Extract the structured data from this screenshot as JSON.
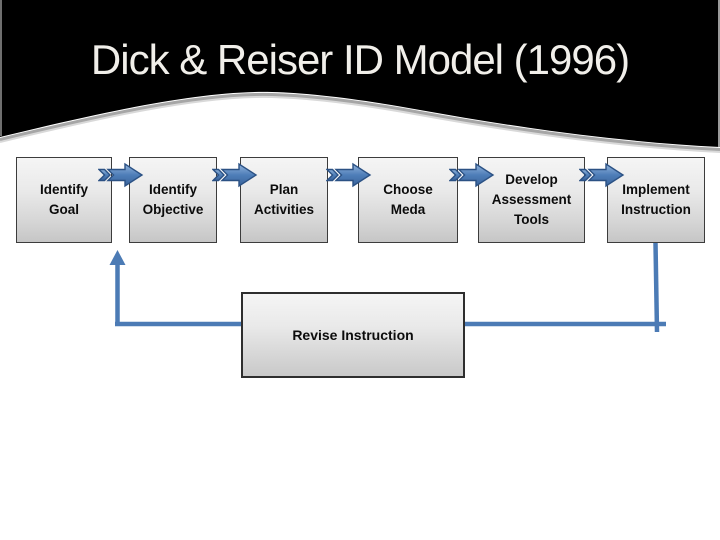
{
  "slide": {
    "title": "Dick & Reiser ID Model (1996)"
  },
  "diagram": {
    "steps": [
      {
        "label": "Identify\nGoal"
      },
      {
        "label": "Identify\nObjective"
      },
      {
        "label": "Plan\nActivities"
      },
      {
        "label": "Choose\nMeda"
      },
      {
        "label": "Develop\nAssessment\nTools"
      },
      {
        "label": "Implement\nInstruction"
      }
    ],
    "revise": {
      "label": "Revise Instruction"
    },
    "flow_arrow_icon": "right-chevron-block-arrow",
    "feedback_arrow_icon": "up-arrow"
  },
  "colors": {
    "header_background": "#000000",
    "header_edge_shadow": "#a6a6a6",
    "title_text": "#F1EFEA",
    "box_border": "#3c3c3c",
    "box_gradient_top": "#f5f5f5",
    "box_gradient_bottom": "#c6c6c6",
    "box_text": "#0c0c0c",
    "arrow_fill": "#4E7EB8",
    "arrow_fill_light": "#93B5DC",
    "arrow_outline": "#2B5184",
    "connector_line": "#4C7BB5",
    "body_background": "#ffffff"
  }
}
